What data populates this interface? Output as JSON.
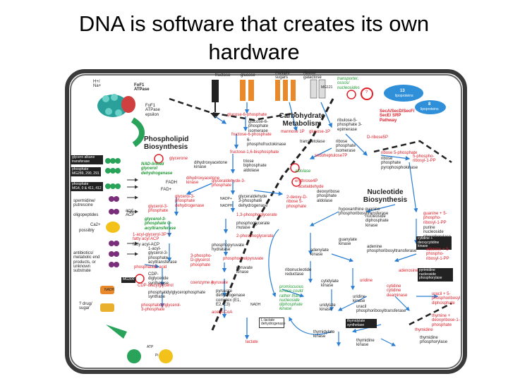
{
  "title_line1": "DNA is software that creates its own",
  "title_line2": "hardware",
  "left": {
    "ion": "H+/ Na+",
    "atpase": "FoF1 ATPase",
    "atpase_var": "FoF1 ATPase epsilon",
    "glycero": "glycero alkane transferase",
    "phosphate1": "phosphate",
    "phosphate1_code": "MG289, 290, 291",
    "phosphate2": "phosphate",
    "phosphate2_code": "MG4, 0 & 411, 412",
    "spermidine": "spermidine/ putrescine",
    "oligopeptides": "oligopeptides",
    "ca": "Ca2+",
    "possibly": "possibly",
    "antibiotics": "antibiotics/ metabolic end products, or unknown substrate",
    "mg300": "MG300",
    "drug": "? drug/ sugar",
    "nadh": "NADH",
    "atp_pump": "ATP",
    "pi_pump": "Pi"
  },
  "top": {
    "fructose": "fructose",
    "glucose": "glucose",
    "multiple_sugars": "multiple sugars",
    "ribose": "ribose/ galactose",
    "mg121": "MG121",
    "transporter": "transporter, ossos/ nucleosides",
    "question": "?",
    "lipoproteins_n": "13",
    "lipoproteins": "lipoproteins",
    "ec_n": "8",
    "ec": "lipoproteins",
    "secretion": "SecA/SecD/SecF/ SecE/ SRP Pathway"
  },
  "carb": {
    "title": "Carbohydrate Metabolism",
    "g6p": "glucose-6-phosphate",
    "g6p_iso": "glucose-6-phosphate isomerase",
    "f6p": "fructose-6-phosphate",
    "pfk": "6-phosphofructokinase",
    "fbp": "fructose-1,6-bisphosphate",
    "tpi": "triose biphosphate aldolase",
    "dhap": "dihydroxyacetone kinase",
    "g3p": "glyceraldehyde-3-phosphate",
    "gapdh": "glyceraldehyde 3-phosphate dehydrogenase",
    "nadp": "NADP+",
    "nadph": "NADPH",
    "bpg": "1,3-phosphoglycerate",
    "pgk": "phosphoglycerate mutase",
    "pg3": "2-phosphoglycerate",
    "enolase": "phosphopyruvate hydratase",
    "pep": "phosphoenolpyruvate",
    "pyk": "pyruvate kinase",
    "pyruvate": "pyruvate",
    "pdh": "pyruvate dehydrogenase complex (E1, E2, E3)",
    "acoa": "acetyl-CoA",
    "nadh2": "NADH",
    "ldh": "L-lactate dehydrogenase",
    "lactate": "lactate",
    "coa": "coenzyme A",
    "mannose": "mannose 1P",
    "glucose1p": "glucose-1P",
    "ribulose": "ribulose-5-phosphate 3-epimerase",
    "dribose": "D-ribose5P",
    "transketolase": "transketolase",
    "ribose_iso": "ribose phosphate isomerase",
    "sedoheptulose": "sedoheptulose7P",
    "aldolase": "aldolase",
    "ribose5p": "ribose 5-phosphate",
    "ribose1p": "5-phospho-ribosyl-1-PP",
    "dribose2": "2-deoxy-D-ribose 5-phosphate",
    "erythrose": "erythrose4P",
    "acetaldehyde": "acetaldehyde",
    "deoxyribose": "deoxyribose phosphate aldolase",
    "ribose_pyro": "ribose phosphate pyrophosphokinase"
  },
  "lipid": {
    "title": "Phospholipid Biosynthesis",
    "glycerone": "glycerone",
    "nad_linked": "NAD-linked glycerol dehydrogenase",
    "dhap": "dihydroxyacetone kinase",
    "fadh": "FADH",
    "fad": "FAD+",
    "glycerol3p": "glycerol-3-phosphate",
    "g3p_dh": "glycerol-3-phosphate dehydrogenase",
    "glycerol3p2": "glycerol-3-phosphate O-acyltransferase",
    "acyl_acp": "acyl ACP",
    "acyl_gp": "1-acyl-glycerol-3P + fatty acyl ACP",
    "acyl_gp2": "1-acyl-glycerol-3-phosphate acyltransferase",
    "pa": "phosphatidic acid",
    "cdp": "CDP-diglyceride synthetase",
    "cdp_dag": "CDP-diacylglycerol",
    "pgp": "phosphatidylglycerophosphate synthase",
    "pg": "phosphatidylglycerol-3-phosphate",
    "gly3p": "3-phospho-D-glycerol phosphate",
    "fatty": "fatty acyl-ACP"
  },
  "nuc": {
    "title": "Nucleotide Biosynthesis",
    "hypo": "hypoxanthine guanine phosphoribosyltransferase",
    "guanine": "guanine + 5-phospho-ribosyl-1-PP",
    "purine": "purine nucleoside phosphorylase",
    "cyt": "cytidine + deoxycytidine kinase",
    "adenine": "adenine + 5-phospho-ribosyl-1-PP",
    "apt": "adenine phosphoribosyltransferase",
    "adenosine": "adenosine",
    "purine2": "pyrimidine nucleoside phosphorylase",
    "uracil": "uracil + 5-phosphoribosyl diphosphate",
    "thymidine": "thymidine",
    "thymidine_p": "thymidine phosphorylase",
    "thymine": "thymine + deoxyribose-1-phosphate",
    "guanylate": "guanylate kinase",
    "adenylate": "adenylate kinase",
    "ribonuc": "ribonucleotide reductase",
    "cytidylate": "cytidylate kinase",
    "uridine": "uridine",
    "cytidine": "cytidine cytidine deaminase",
    "uridine_k": "uridine kinase",
    "uridylate": "uridylate kinase",
    "uracil_p": "uracil phosphoribosyltransferase",
    "thymidylate": "thymidylate synthetase",
    "thymidylate_k": "thymidylate kinase",
    "thymidine_k": "thymidine kinase",
    "nucleoside": "nucleoside diphosphate kinase",
    "promisc": "promiscuous kinase could rather than nucleoside diphosphate kinase"
  }
}
